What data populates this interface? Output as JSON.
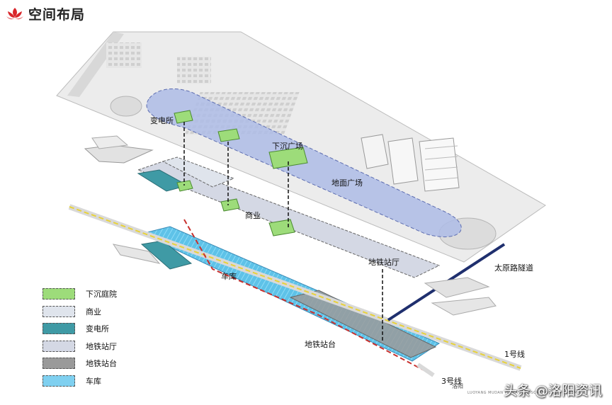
{
  "header": {
    "title": "空间布局",
    "logo_icon": "lotus-logo-icon",
    "logo_color": "#d9262b"
  },
  "labels": {
    "substation_top": "变电所",
    "sunken_plaza": "下沉广场",
    "ground_plaza": "地面广场",
    "commerce": "商业",
    "metro_hall": "地铁站厅",
    "taiyuan_tunnel": "太原路隧道",
    "garage": "车库",
    "metro_platform": "地铁站台",
    "line1": "1号线",
    "line3": "3号线"
  },
  "legend": [
    {
      "label": "下沉庭院",
      "color": "#9ddc7a"
    },
    {
      "label": "商业",
      "color": "#dfe4ec"
    },
    {
      "label": "变电所",
      "color": "#3f9aa5"
    },
    {
      "label": "地铁站厅",
      "color": "#d4d8e4"
    },
    {
      "label": "地铁站台",
      "color": "#9a9a9a"
    },
    {
      "label": "车库",
      "color": "#7fd0f0"
    }
  ],
  "caption": "洛阳",
  "caption_sub": "LUOYANG MUDAN PLAZA LANDSCAPE DESIGN SCHEME",
  "watermark": "头条 @洛阳资讯"
}
